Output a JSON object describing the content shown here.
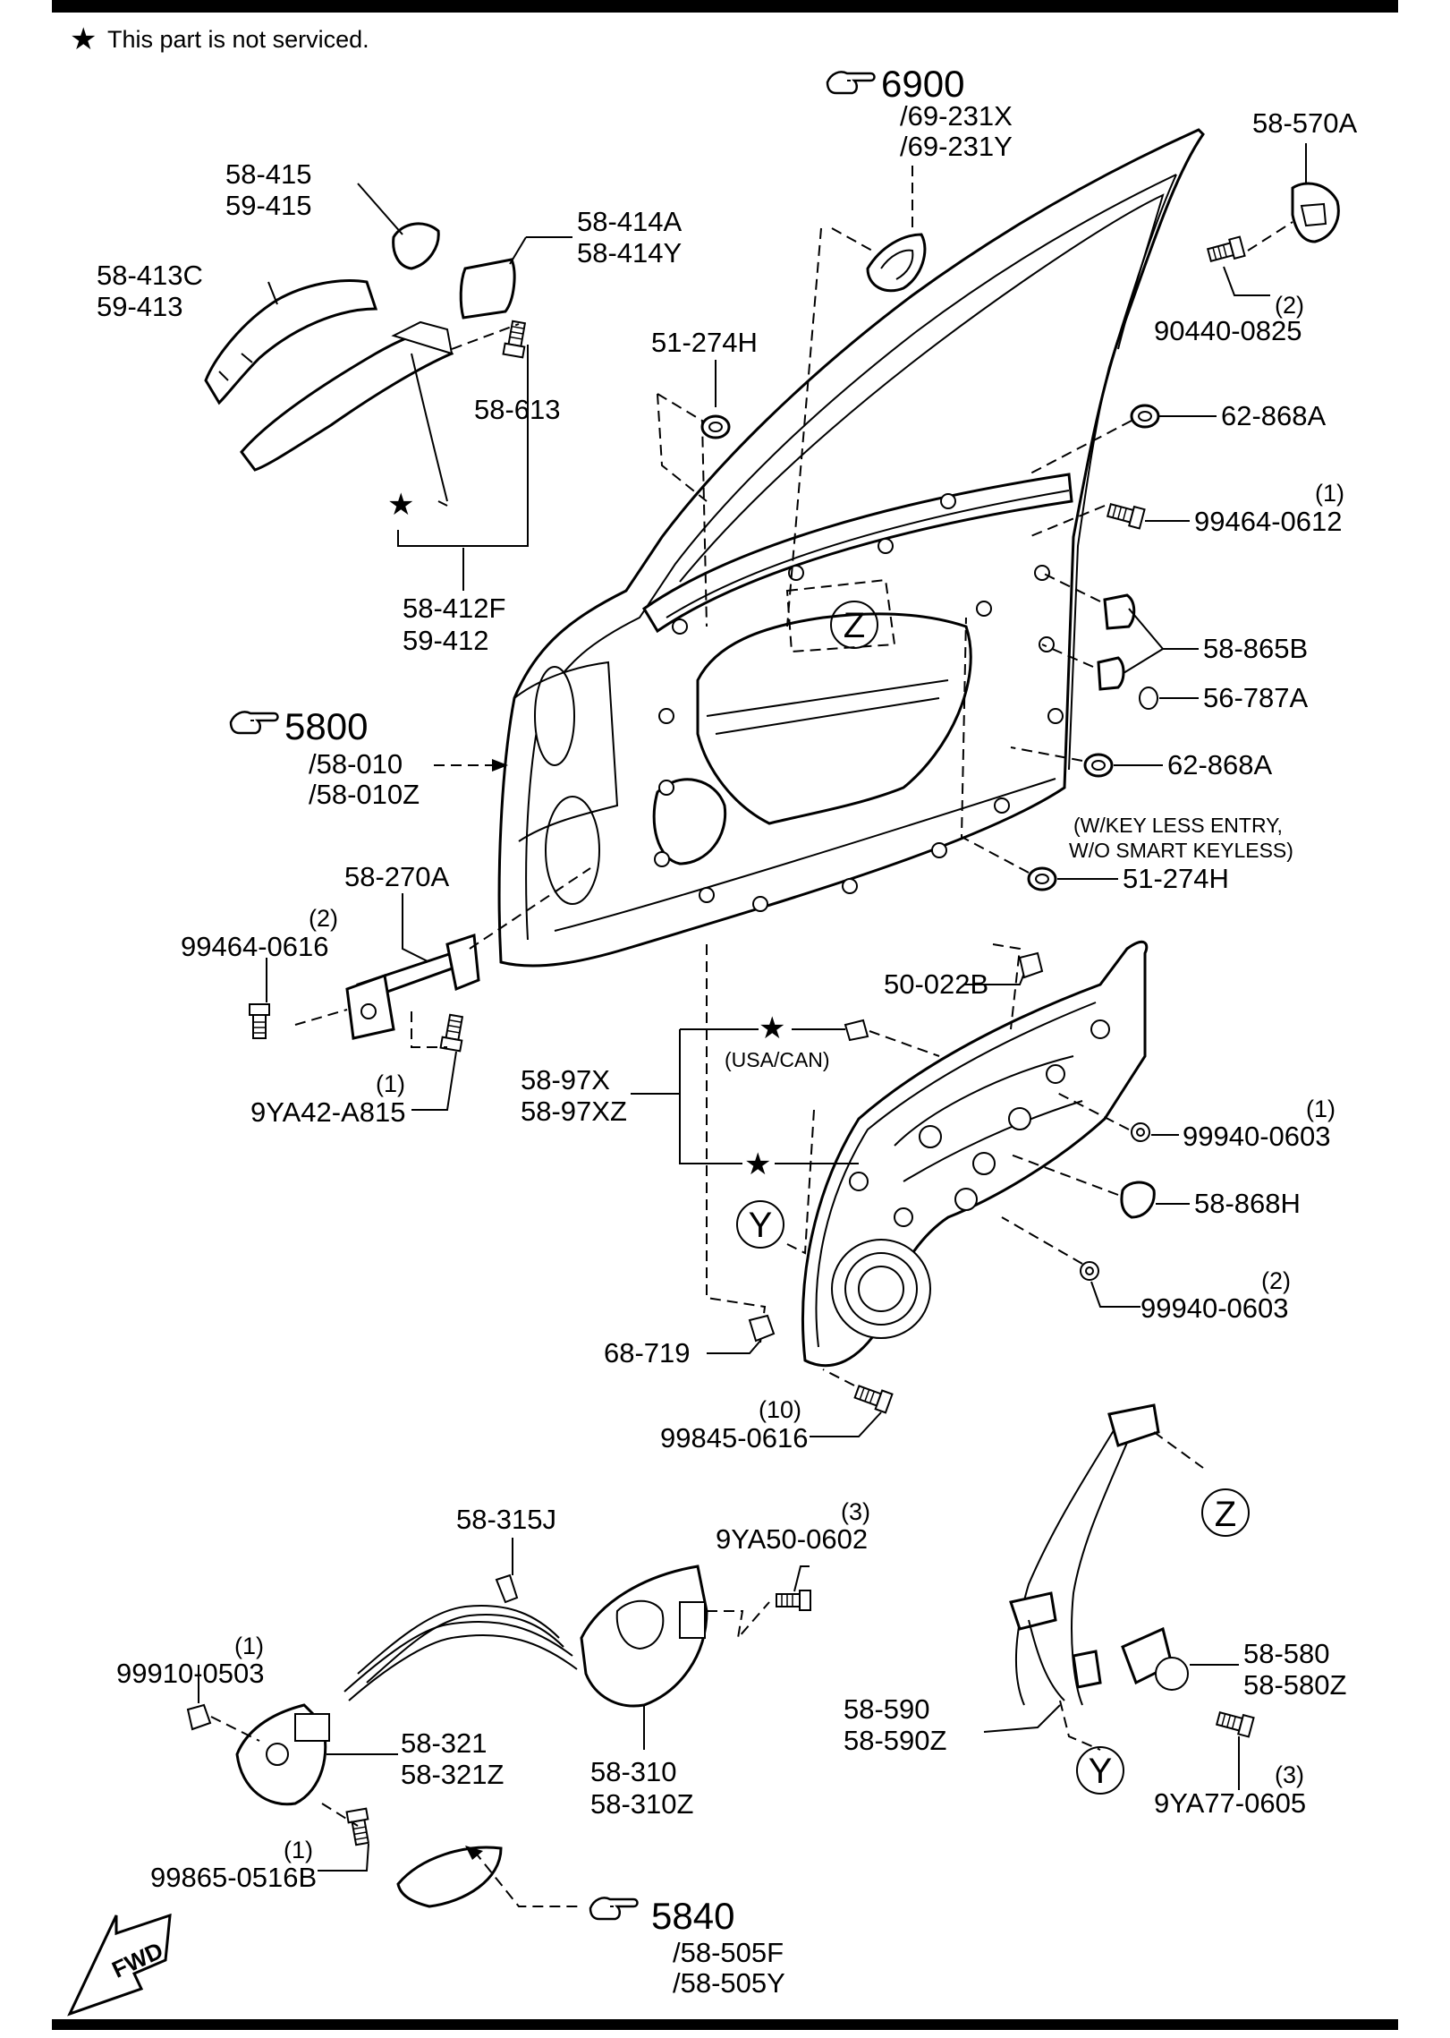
{
  "header": {
    "note": "This part is not serviced."
  },
  "labels": {
    "p58_415": "58-415",
    "p59_415": "59-415",
    "p58_414a": "58-414A",
    "p58_414y": "58-414Y",
    "p58_413c": "58-413C",
    "p59_413": "59-413",
    "p58_613": "58-613",
    "p58_412f": "58-412F",
    "p59_412": "59-412",
    "ref6900": "6900",
    "r69_231x": "/69-231X",
    "r69_231y": "/69-231Y",
    "p58_570a": "58-570A",
    "q90440": "(2)",
    "p90440_0825": "90440-0825",
    "p51_274h_top": "51-274H",
    "p62_868a_top": "62-868A",
    "q99464_top": "(1)",
    "p99464_0612": "99464-0612",
    "p58_865b": "58-865B",
    "p56_787a": "56-787A",
    "p62_868a_mid": "62-868A",
    "keyless_note1": "(W/KEY LESS ENTRY,",
    "keyless_note2": "W/O SMART KEYLESS)",
    "p51_274h_mid": "51-274H",
    "ref5800": "5800",
    "r58_010": "/58-010",
    "r58_010z": "/58-010Z",
    "p58_270a": "58-270A",
    "q99464_left": "(2)",
    "p99464_0616": "99464-0616",
    "q9ya42": "(1)",
    "p9ya42_a815": "9YA42-A815",
    "p50_022b": "50-022B",
    "usa_can": "(USA/CAN)",
    "p58_97x": "58-97X",
    "p58_97xz": "58-97XZ",
    "q99940_a": "(1)",
    "p99940_0603_a": "99940-0603",
    "p58_868h": "58-868H",
    "q99940_b": "(2)",
    "p99940_0603_b": "99940-0603",
    "p68_719": "68-719",
    "q99845": "(10)",
    "p99845_0616": "99845-0616",
    "p58_315j": "58-315J",
    "q9ya50": "(3)",
    "p9ya50_0602": "9YA50-0602",
    "q99910": "(1)",
    "p99910_0503": "99910-0503",
    "p58_321": "58-321",
    "p58_321z": "58-321Z",
    "p58_310": "58-310",
    "p58_310z": "58-310Z",
    "q99865": "(1)",
    "p99865_0516b": "99865-0516B",
    "ref5840": "5840",
    "r58_505f": "/58-505F",
    "r58_505y": "/58-505Y",
    "p58_590": "58-590",
    "p58_590z": "58-590Z",
    "p58_580": "58-580",
    "p58_580z": "58-580Z",
    "q9ya77": "(3)",
    "p9ya77_0605": "9YA77-0605",
    "callout_z": "Z",
    "callout_y": "Y",
    "fwd": "FWD"
  },
  "icons": [
    "star-icon",
    "pointing-hand-icon",
    "fwd-arrow-icon"
  ]
}
